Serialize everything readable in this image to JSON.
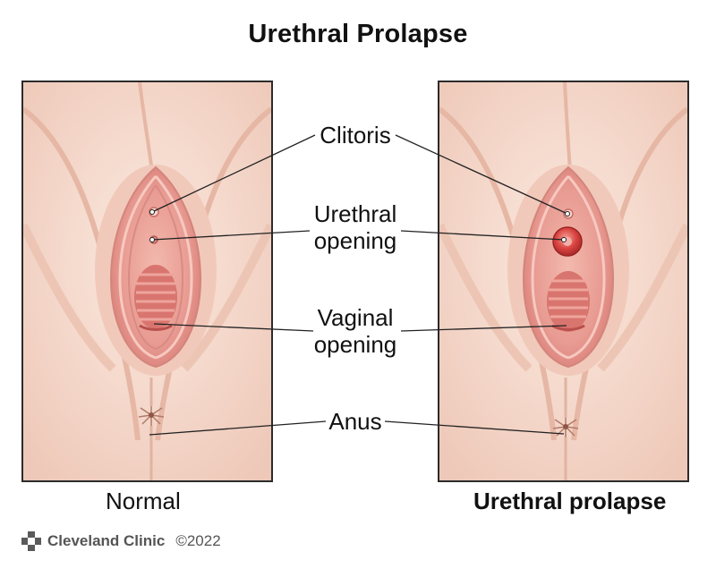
{
  "title": "Urethral Prolapse",
  "labels": {
    "clitoris": "Clitoris",
    "urethral_opening": [
      "Urethral",
      "opening"
    ],
    "vaginal_opening": [
      "Vaginal",
      "opening"
    ],
    "anus": "Anus"
  },
  "captions": {
    "left": "Normal",
    "right": "Urethral prolapse"
  },
  "footer": {
    "logo_icon": "cleveland-clinic-logo-icon",
    "brand": "Cleveland Clinic",
    "copyright": "©2022"
  },
  "colors": {
    "skin_light": "#f8e2d6",
    "skin_shadow": "#e9bfae",
    "tissue_pink": "#e79a94",
    "tissue_deep": "#c9605c",
    "prolapse_red": "#d8423f",
    "line": "#222222",
    "frame": "#2b2b2b"
  }
}
